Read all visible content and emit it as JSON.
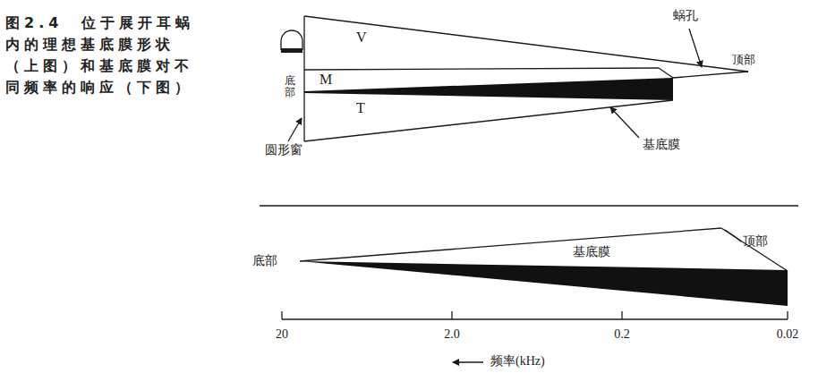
{
  "diagram": {
    "caption": "图2.4　位于展开耳蜗内的理想基底膜形状（上图）和基底膜对不同频率的响应（下图）",
    "labels": [
      "V",
      "M",
      "T",
      "底部",
      "蜗孔",
      "顶部",
      "基底膜",
      "圆形窗",
      "底部",
      "基底膜",
      "顶部",
      "20",
      "2.0",
      "0.2",
      "0.02",
      "频率(kHz)"
    ]
  }
}
